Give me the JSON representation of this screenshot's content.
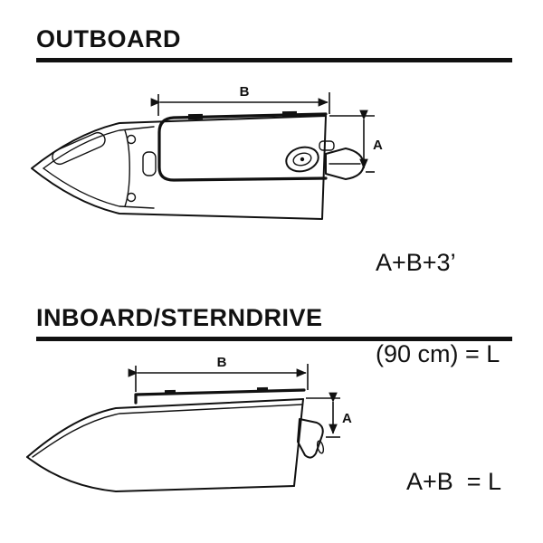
{
  "page": {
    "background": "#ffffff",
    "ink": "#111111"
  },
  "sections": {
    "outboard": {
      "title": "OUTBOARD",
      "dim_b_label": "B",
      "dim_a_label": "A",
      "formula_line1": "A+B+3’",
      "formula_line2": "(90 cm) = L"
    },
    "inboard": {
      "title": "INBOARD/STERNDRIVE",
      "dim_b_label": "B",
      "dim_a_label": "A",
      "formula": "A+B  = L"
    }
  }
}
